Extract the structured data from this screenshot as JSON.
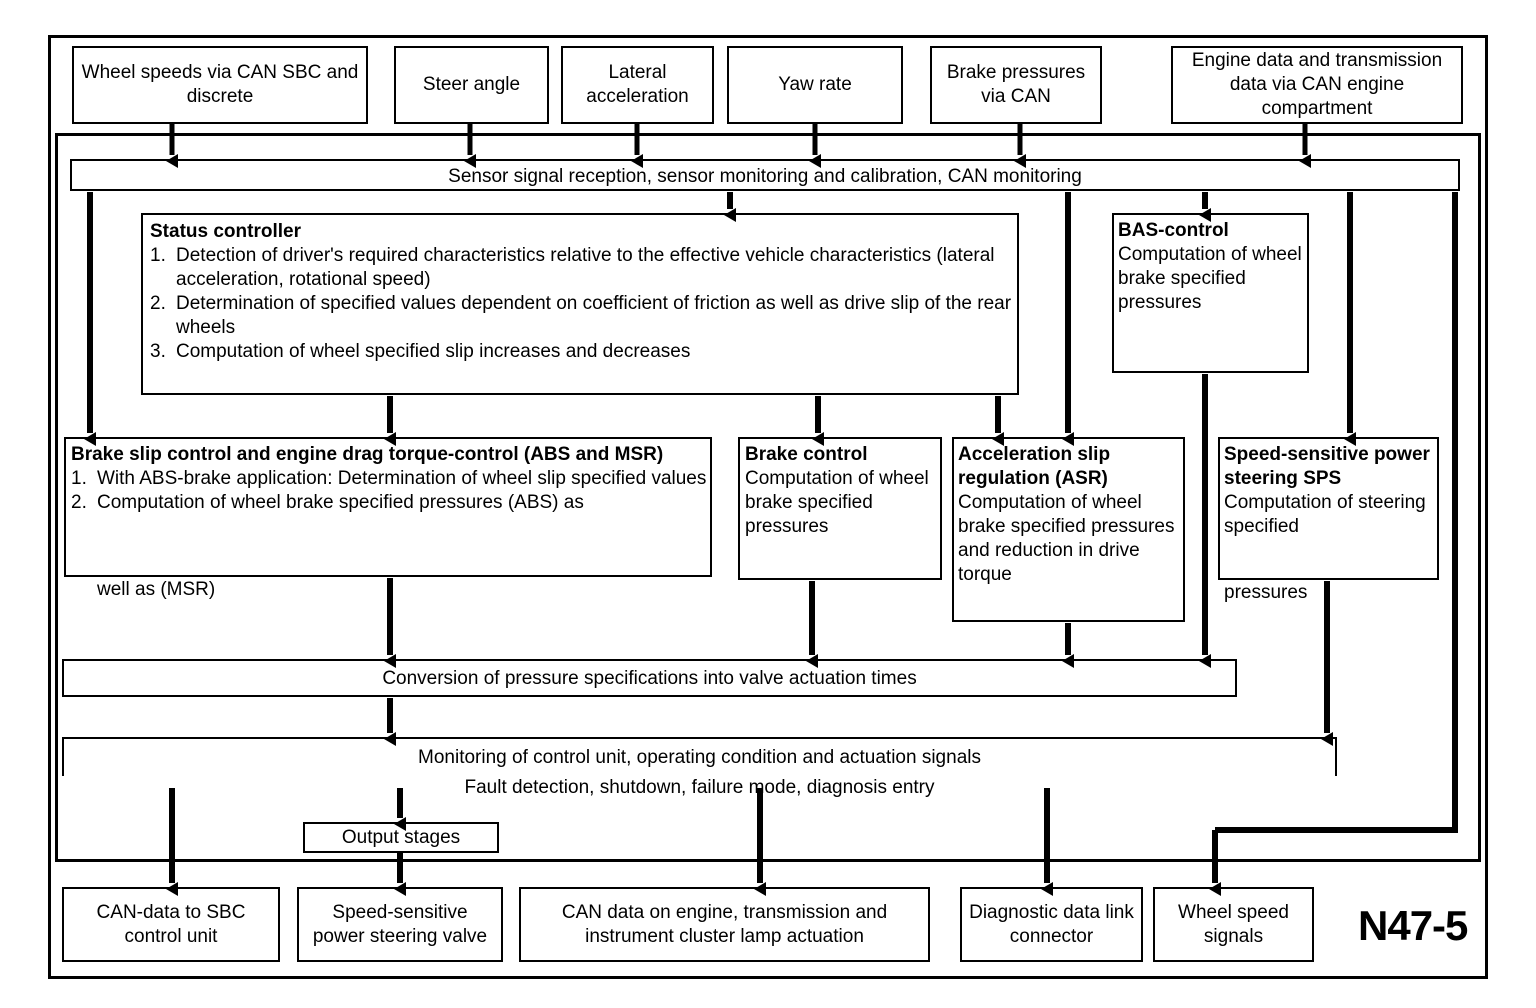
{
  "diagram": {
    "code_label": "N47-5",
    "inputs": [
      {
        "name": "wheel-speeds",
        "text": "Wheel speeds via CAN SBC and discrete"
      },
      {
        "name": "steer-angle",
        "text": "Steer angle"
      },
      {
        "name": "lateral-acceleration",
        "text": "Lateral acceleration"
      },
      {
        "name": "yaw-rate",
        "text": "Yaw rate"
      },
      {
        "name": "brake-pressures",
        "text": "Brake pressures via CAN"
      },
      {
        "name": "engine-data",
        "text": "Engine data and transmission data via CAN engine compartment"
      }
    ],
    "sensor_bar": "Sensor signal reception, sensor monitoring and calibration, CAN monitoring",
    "status_controller": {
      "title": "Status controller",
      "items": [
        {
          "n": "1.",
          "t": "Detection of driver's required characteristics relative to the effective vehicle characteristics (lateral acceleration, rotational speed)"
        },
        {
          "n": "2.",
          "t": "Determination of specified values dependent on coefficient of friction as well as drive slip of the rear wheels"
        },
        {
          "n": "3.",
          "t": "Computation of wheel specified slip increases and decreases"
        }
      ]
    },
    "bas_control": {
      "title": "BAS-control",
      "body": "Computation of wheel brake specified pressures"
    },
    "brake_slip": {
      "title": "Brake slip control and engine drag torque-control (ABS and MSR)",
      "items": [
        {
          "n": "1.",
          "t": "With ABS-brake application: Determination of wheel slip specified values"
        },
        {
          "n": "2.",
          "t": "Computation of wheel brake specified pressures (ABS) as"
        }
      ],
      "overflow": "well as (MSR)"
    },
    "brake_control": {
      "title": "Brake control",
      "body": "Computation of wheel brake specified pressures"
    },
    "asr": {
      "title": "Acceleration slip regulation (ASR)",
      "body": "Computation of wheel brake specified pressures and reduction in drive torque"
    },
    "sps": {
      "title": "Speed-sensitive power steering SPS",
      "body": "Computation of steering specified",
      "overflow": "pressures"
    },
    "conversion_bar": "Conversion of pressure specifications into valve actuation times",
    "monitoring_bar": {
      "line1": "Monitoring of control unit, operating condition and actuation signals",
      "line2": "Fault detection, shutdown, failure mode, diagnosis entry"
    },
    "output_stages": "Output stages",
    "outputs": [
      {
        "name": "can-data-sbc",
        "text": "CAN-data to SBC control unit"
      },
      {
        "name": "sps-valve",
        "text": "Speed-sensitive power steering valve"
      },
      {
        "name": "can-data-engine",
        "text": "CAN data on engine, transmission and instrument cluster lamp actuation"
      },
      {
        "name": "diagnostic-connector",
        "text": "Diagnostic data link connector"
      },
      {
        "name": "wheel-speed-signals",
        "text": "Wheel speed signals"
      }
    ],
    "colors": {
      "ink": "#000000",
      "paper": "#ffffff"
    }
  }
}
